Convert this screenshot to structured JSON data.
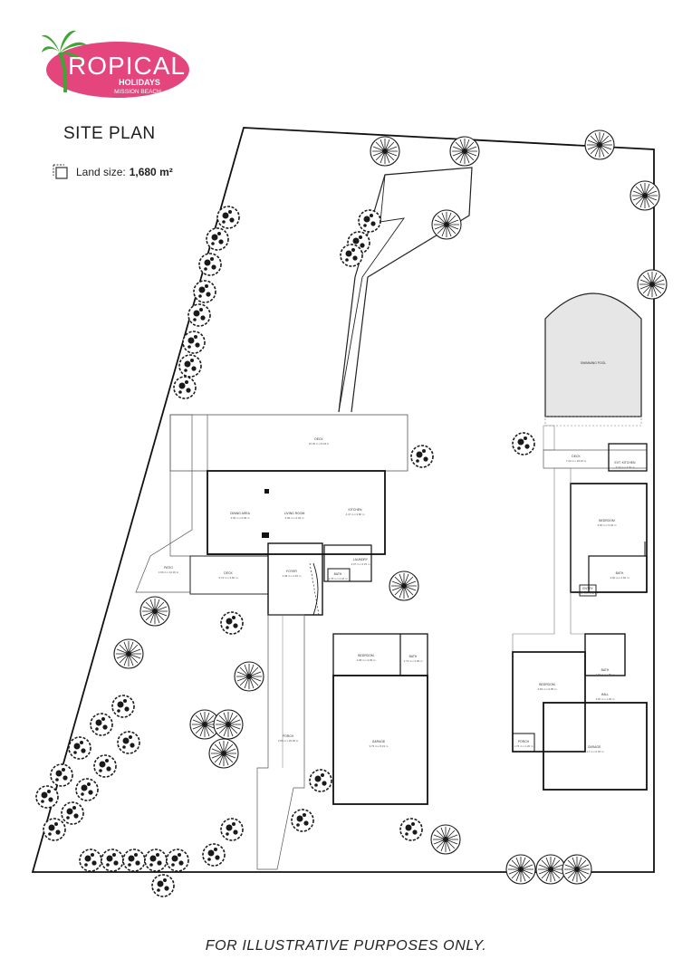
{
  "brand": {
    "logo_word": "ROPICAL",
    "logo_line2": "HOLIDAYS",
    "logo_line3": "MISSION BEACH",
    "pink": "#e4457c",
    "green": "#3fa535"
  },
  "header": {
    "title": "SITE PLAN",
    "land_label": "Land size:",
    "land_value": "1,680 m²"
  },
  "footer": {
    "text": "FOR ILLUSTRATIVE PURPOSES ONLY."
  },
  "rooms": {
    "deck": {
      "name": "DECK",
      "size": "15.45 m x 8.18 m"
    },
    "dining": {
      "name": "DINING AREA",
      "size": "4.56 m x 6.38 m"
    },
    "living": {
      "name": "LIVING ROOM",
      "size": "5.96 m x 6.03 m"
    },
    "kitchen": {
      "name": "KITCHEN",
      "size": "4.47 m x 3.86 m"
    },
    "patio": {
      "name": "PATIO",
      "size": "4.59 m x 12.36 m"
    },
    "deck2": {
      "name": "DECK",
      "size": "5.72 m x 3.60 m"
    },
    "foyer": {
      "name": "FOYER",
      "size": "3.38 m x 4.52 m"
    },
    "laundry": {
      "name": "LAUNDRY",
      "size": "2.37 m x 2.15 m"
    },
    "bath_main": {
      "name": "BATH",
      "size": "1.78 m x 2.18 m"
    },
    "porch_main": {
      "name": "PORCH",
      "size": "2.95 m x 25.00 m"
    },
    "bedroom_g": {
      "name": "BEDROOM",
      "size": "4.98 m x 3.09 m"
    },
    "bath_g": {
      "name": "BATH",
      "size": "1.72 m x 3.09 m"
    },
    "garage_main": {
      "name": "GARAGE",
      "size": "9.79 m x 8.19 m"
    },
    "pool": {
      "name": "SWIMMING POOL"
    },
    "deck_east": {
      "name": "DECK",
      "size": "7.22 m x 18.10 m"
    },
    "ext_kitchen": {
      "name": "EXT. KITCHEN",
      "size": "3.19 m x 3.02 m"
    },
    "bedroom_e": {
      "name": "BEDROOM",
      "size": "5.90 m x 5.93 m"
    },
    "bath_e": {
      "name": "BATH",
      "size": "3.90 m x 2.66 m"
    },
    "entry_e": {
      "name": "ENTRY",
      "size": "1.07 m x 1.00 m"
    },
    "bath_se": {
      "name": "BATH",
      "size": "2.60 m x 1.89 m"
    },
    "hall_se": {
      "name": "HALL",
      "size": "2.60 m x 1.09 m"
    },
    "bedroom_se": {
      "name": "BEDROOM",
      "size": "3.84 m x 6.95 m"
    },
    "porch_se": {
      "name": "PORCH",
      "size": "1.76 m x 1.36 m"
    },
    "garage_se": {
      "name": "GARAGE",
      "size": "6.17 m x 6.04 m"
    }
  }
}
